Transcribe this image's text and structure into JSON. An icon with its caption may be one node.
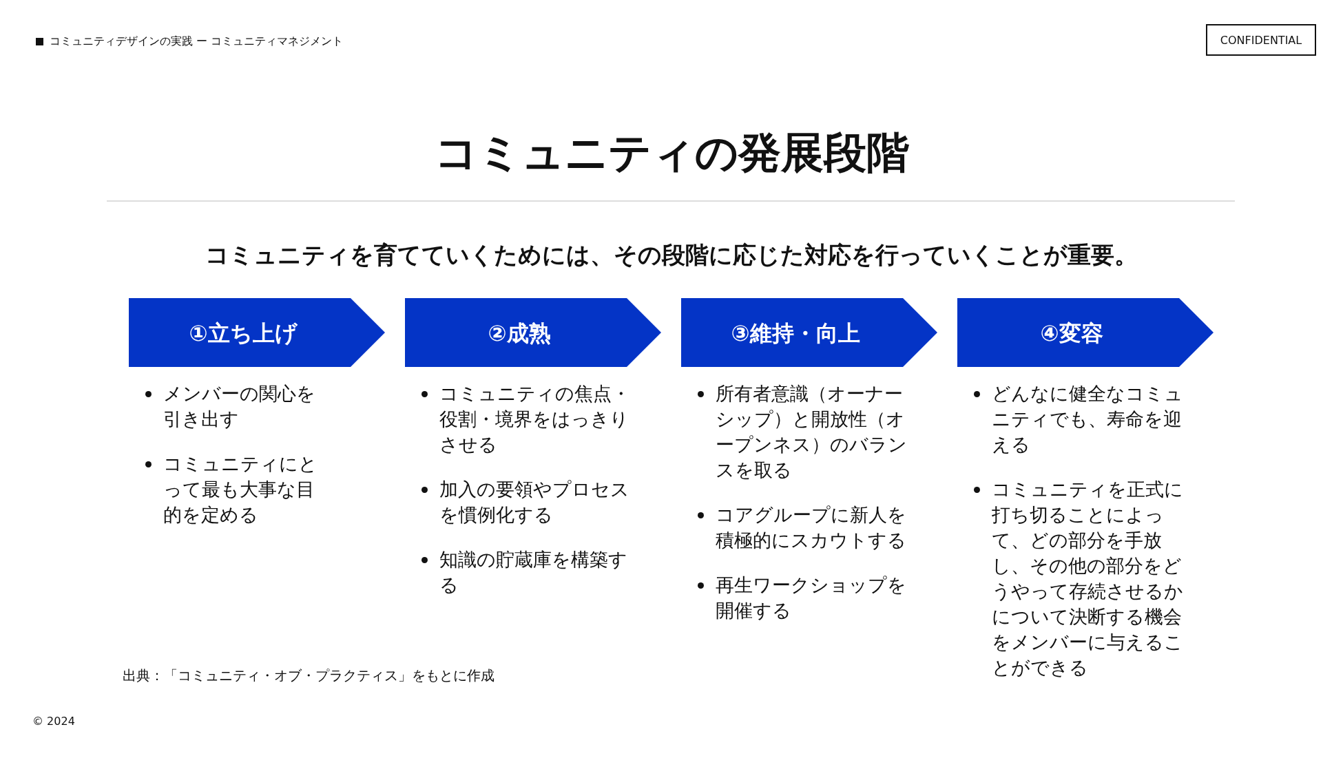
{
  "diagram": {
    "title": "コミュニティの発展段階",
    "nodes": [
      {
        "text": [
          "①立ち上げ"
        ],
        "beside": [
          "メンバーの関心を引き出す",
          "コミュニティにとって最も大事な目的を定める"
        ]
      },
      {
        "text": [
          "②成熟"
        ],
        "beside": [
          "コミュニティの焦点・役割・境界をはっきりさせる",
          "加入の要領やプロセスを慣例化する",
          "知識の貯蔵庫を構築する"
        ]
      },
      {
        "text": [
          "③維持・向上"
        ],
        "beside": [
          "所有者意識（オーナーシップ）と開放性（オープンネス）のバランスを取る",
          "コアグループに新人を積極的にスカウトする",
          "再生ワークショップを開催する"
        ]
      },
      {
        "text": [
          "④変容"
        ],
        "beside": [
          "どんなに健全なコミュニティでも、寿命を迎える",
          "コミュニティを正式に打ち切ることによって、どの部分を手放し、その他の部分をどうやって存続させるかについて決断する機会をメンバーに与えることができる"
        ]
      }
    ],
    "labels": [
      "コミュニティデザインの実践 ー コミュニティマネジメント",
      "CONFIDENTIAL",
      "コミュニティを育てていくためには、その段階に応じた対応を行っていくことが重要。",
      "出典：「コミュニティ・オブ・プラクティス」をもとに作成",
      "© 2024"
    ]
  }
}
